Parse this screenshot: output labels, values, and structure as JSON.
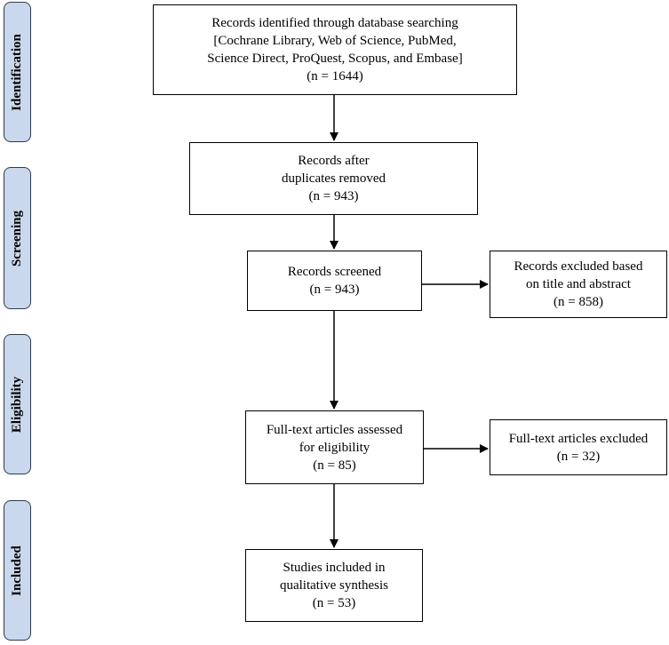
{
  "stages": [
    {
      "label": "Identification"
    },
    {
      "label": "Screening"
    },
    {
      "label": "Eligibility"
    },
    {
      "label": "Included"
    }
  ],
  "boxes": {
    "identified": {
      "lines": [
        "Records identified through database searching",
        "[Cochrane Library, Web of Science, PubMed,",
        "Science Direct, ProQuest, Scopus, and Embase]",
        "(n = 1644)"
      ]
    },
    "after_duplicates": {
      "lines": [
        "Records after",
        "duplicates removed",
        "(n = 943)"
      ]
    },
    "screened": {
      "lines": [
        "Records screened",
        "(n = 943)"
      ]
    },
    "excluded_title_abstract": {
      "lines": [
        "Records excluded based",
        "on title and abstract",
        "(n = 858)"
      ]
    },
    "fulltext_assessed": {
      "lines": [
        "Full-text articles assessed",
        "for eligibility",
        "(n = 85)"
      ]
    },
    "fulltext_excluded": {
      "lines": [
        "Full-text articles excluded",
        "(n = 32)"
      ]
    },
    "included": {
      "lines": [
        "Studies included in",
        "qualitative synthesis",
        "(n = 53)"
      ]
    }
  },
  "colors": {
    "stage_fill": "#c9d8ec",
    "stage_border": "#2f3a4a",
    "line": "#000000"
  }
}
